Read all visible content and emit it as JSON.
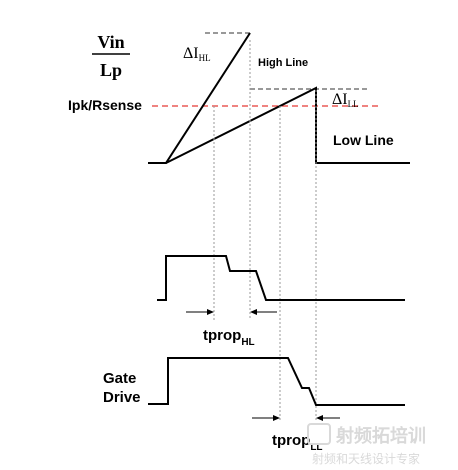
{
  "labels": {
    "vin": "Vin",
    "lp": "Lp",
    "ipk_rsense": "Ipk/Rsense",
    "delta_i_hl_symbol": "ΔI",
    "delta_i_hl_sub": "HL",
    "delta_i_ll_symbol": "ΔI",
    "delta_i_ll_sub": "LL",
    "high_line": "High Line",
    "low_line": "Low Line",
    "tprop_hl_main": "tprop",
    "tprop_hl_sub": "HL",
    "gate": "Gate",
    "drive": "Drive",
    "tprop_ll_main": "tprop",
    "tprop_ll_sub": "LL"
  },
  "watermark": {
    "title": "射频拓培训",
    "subtitle": "射频和天线设计专家"
  },
  "colors": {
    "threshold_line": "#e53935",
    "trace": "#000000",
    "guide": "#999999",
    "watermark": "#d9d9d9"
  }
}
